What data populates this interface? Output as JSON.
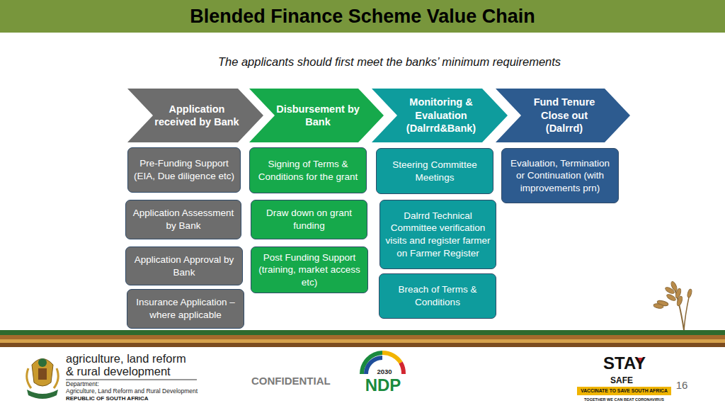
{
  "diagram": {
    "title": "Blended Finance Scheme Value Chain",
    "nodes": [
      {
        "text": [
          "Application received by Bank"
        ]
      },
      {
        "text": [
          "Pre-Funding Support (EIA, Due diligence etc)"
        ]
      },
      {
        "text": [
          "Application Assessment by Bank"
        ]
      },
      {
        "text": [
          "Application Approval by Bank"
        ]
      },
      {
        "text": [
          "Insurance Application – where applicable"
        ]
      },
      {
        "text": [
          "Disbursement by Bank"
        ]
      },
      {
        "text": [
          "Signing of Terms & Conditions for the grant"
        ]
      },
      {
        "text": [
          "Draw down on grant funding"
        ]
      },
      {
        "text": [
          "Post Funding Support (training, market access etc)"
        ]
      },
      {
        "text": [
          "Monitoring & Evaluation (Dalrrd&Bank)"
        ]
      },
      {
        "text": [
          "Steering Committee Meetings"
        ]
      },
      {
        "text": [
          "Dalrrd Technical Committee verification visits and register farmer on Farmer Register"
        ]
      },
      {
        "text": [
          "Breach of Terms & Conditions"
        ]
      },
      {
        "text": [
          "Fund Tenure Close out (Dalrrd)"
        ]
      },
      {
        "text": [
          "Evaluation, Termination or Continuation (with improvements prn)"
        ]
      }
    ],
    "labels": [
      "The applicants should first meet the banks’ minimum requirements",
      "agriculture, land reform & rural development",
      "Department:",
      "Agriculture, Land Reform and Rural Development",
      "REPUBLIC OF SOUTH AFRICA",
      "CONFIDENTIAL",
      "2030",
      "NDP",
      "STAY",
      "SAFE",
      "VACCINATE TO SAVE SOUTH AFRICA",
      "TOGETHER WE CAN BEAT CORONAVIRUS",
      "16"
    ]
  }
}
